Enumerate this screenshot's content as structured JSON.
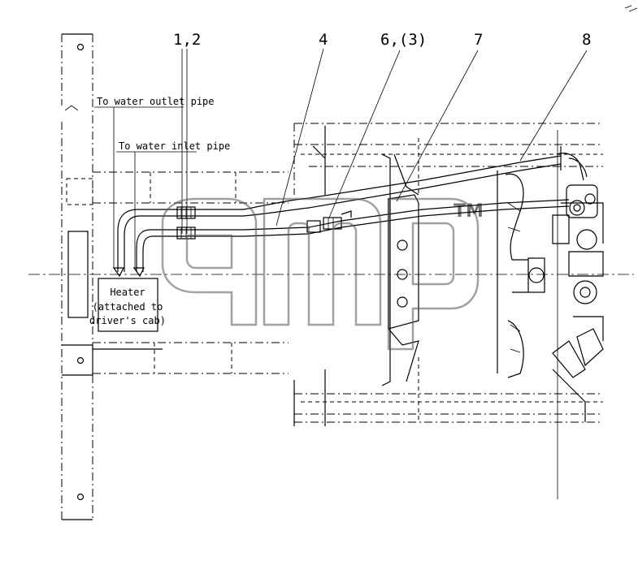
{
  "callouts": {
    "c1": "1,2",
    "c4": "4",
    "c6": "6,(3)",
    "c7": "7",
    "c8": "8"
  },
  "notes": {
    "water_outlet": "To water outlet pipe",
    "water_inlet": "To water inlet pipe"
  },
  "heater": {
    "line1": "Heater",
    "line2": "(attached to",
    "line3": "driver's cab)"
  },
  "watermark": {
    "text": "amp",
    "tm": "TM"
  }
}
